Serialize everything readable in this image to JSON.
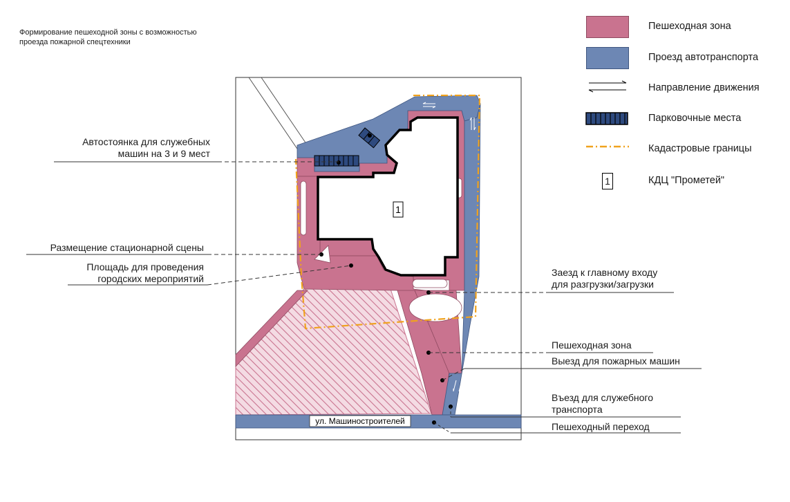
{
  "title": {
    "line1": "Формирование пешеходной зоны с возможностью",
    "line2": "проезда пожарной спецтехники"
  },
  "colors": {
    "pedestrian": "#c9738f",
    "vehicle": "#6d87b4",
    "cadastral": "#f0a21e",
    "building_outline": "#000000"
  },
  "legend": {
    "pedestrian_zone": "Пешеходная зона",
    "vehicle_route": "Проезд автотранспорта",
    "direction": "Направление движения",
    "parking": "Парковочные места",
    "cadastral": "Кадастровые границы",
    "building_marker": "1",
    "building_name": "КДЦ \"Прометей\""
  },
  "map": {
    "building_number": "1",
    "street_name": "ул. Машиностроителей"
  },
  "callouts": {
    "parking_line1": "Автостоянка для служебных",
    "parking_line2": "машин на 3 и 9 мест",
    "stage": "Размещение стационарной сцены",
    "square_line1": "Площадь для проведения",
    "square_line2": "городских мероприятий",
    "main_entry_line1": "Заезд к главному входу",
    "main_entry_line2": "для разгрузки/загрузки",
    "pedestrian": "Пешеходная зона",
    "fire_exit": "Выезд для пожарных машин",
    "service_entry_line1": "Въезд для служебного",
    "service_entry_line2": "транспорта",
    "crossing": "Пешеходный переход"
  }
}
